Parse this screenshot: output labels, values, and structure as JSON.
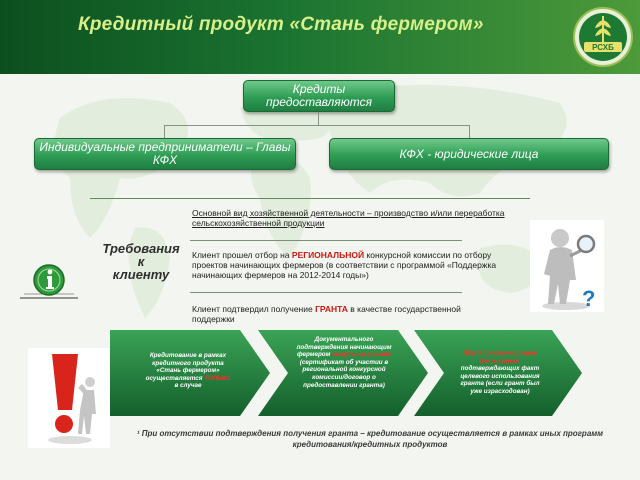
{
  "header": {
    "title": "Кредитный продукт «Стань фермером»",
    "logo_text": "РСХБ"
  },
  "structure": {
    "top_box": "Кредиты предоставляются",
    "left_box": "Индивидуальные предприниматели – Главы КФХ",
    "right_box": "КФХ - юридические лица"
  },
  "requirements": {
    "title_line1": "Требования",
    "title_line2": "к",
    "title_line3": "клиенту",
    "item1": "Основной вид хозяйственной деятельности – производство и/или переработка сельскохозяйственной продукции",
    "item2_pre": "Клиент прошел отбор на",
    "item2_hl": "РЕГИОНАЛЬНОЙ",
    "item2_post": "конкурсной комиссии по отбору проектов начинающих фермеров (в соответствии с программой «Поддержка начинающих фермеров на 2012-2014 годы»)",
    "item3_pre": "Клиент подтвердил получение",
    "item3_hl": "ГРАНТА",
    "item3_post": "в качестве государственной поддержки"
  },
  "steps": {
    "step1_pre": "Кредитование в рамках кредитного продукта «Стань фермером» осуществляется",
    "step1_hl": "ТОЛЬКО",
    "step1_post": "в случае",
    "step2_pre": "Документального подтверждения начинающим фермером",
    "step2_hl": "получения гранта",
    "step2_post": "(сертификат об участии в региональной конкурсной комиссии/договор о предоставлении гранта)",
    "step3_hl": "ЛИБО предоставления документов,",
    "step3_post": "подтверждающих факт целевого использования гранта (если грант был уже израсходован)"
  },
  "footnote": "¹ При отсутствии подтверждения получения гранта – кредитование осуществляется в рамках иных программ кредитования/кредитных продуктов",
  "colors": {
    "header_dark": "#0c4f1f",
    "box_green": "#2e9c55",
    "chevron_green": "#1f7a3c",
    "accent_red": "#c41a12",
    "title_yellow": "#d8f08a"
  }
}
